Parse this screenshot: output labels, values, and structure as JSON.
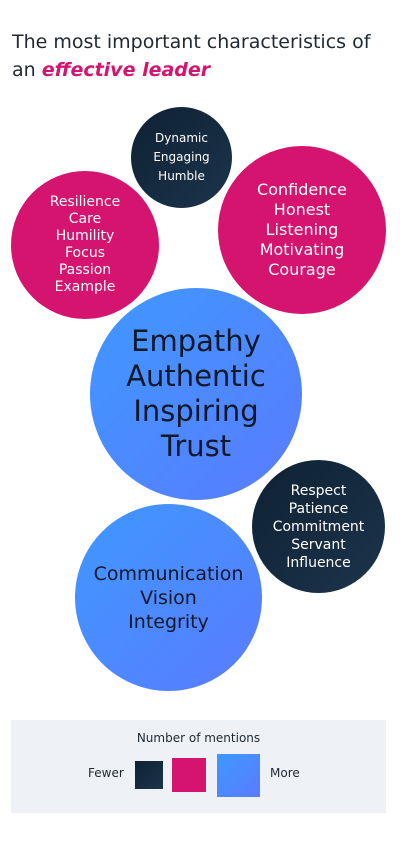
{
  "title": {
    "prefix": "The most important characteristics of an ",
    "emphasis": "effective leader"
  },
  "bubbles": {
    "top": [
      "Dynamic",
      "Engaging",
      "Humble"
    ],
    "left": [
      "Resilience",
      "Care",
      "Humility",
      "Focus",
      "Passion",
      "Example"
    ],
    "right": [
      "Confidence",
      "Honest",
      "Listening",
      "Motivating",
      "Courage"
    ],
    "center": [
      "Empathy",
      "Authentic",
      "Inspiring",
      "Trust"
    ],
    "lowright": [
      "Respect",
      "Patience",
      "Commitment",
      "Servant",
      "Influence"
    ],
    "bottom": [
      "Communication",
      "Vision",
      "Integrity"
    ]
  },
  "legend": {
    "title": "Number of mentions",
    "fewer": "Fewer",
    "more": "More"
  },
  "colors": {
    "dark": "#0f2133",
    "pink": "#d4146e",
    "blue": "#4a8dff",
    "accent_text": "#d4146e"
  }
}
